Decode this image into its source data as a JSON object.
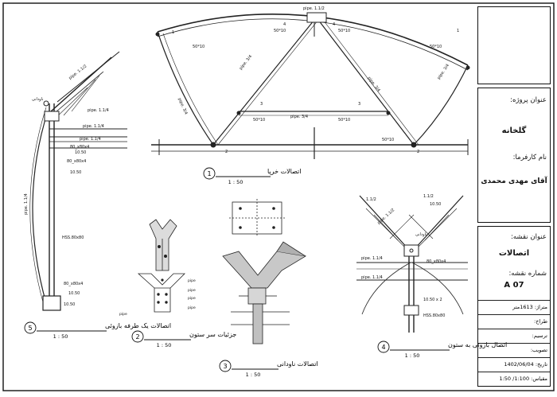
{
  "project": {
    "project_title_label": "عنوان پروژه:",
    "project_name": "گلخانه",
    "client_label": "نام کارفرما:",
    "client_name": "آقای مهدی محمدی",
    "sheet_title_label": "عنوان نقشه:",
    "sheet_title": "اتصالات",
    "sheet_number_label": "شماره نقشه:",
    "sheet_number": "A 07",
    "area_label": "متراژ:",
    "area_value": "1613متر",
    "designer_label": "طراح:",
    "drafter_label": "ترسیم:",
    "approval_label": "تصویب:",
    "date_label": "تاریخ:",
    "date_value": "1402/06/04",
    "scale_label": "مقیاس:",
    "scale_value": "1:100/ 1:50"
  },
  "details": [
    {
      "number": "1",
      "title": "اتصالات خرپا",
      "scale": "1 : 50"
    },
    {
      "number": "2",
      "title": "جزئیات سر ستون",
      "scale": "1 : 50"
    },
    {
      "number": "3",
      "title": "اتصالات ناودانی",
      "scale": "1 : 50"
    },
    {
      "number": "4",
      "title": "اتصال بازوئی به ستون",
      "scale": "1 : 50"
    },
    {
      "number": "5",
      "title": "اتصالات یک طرفه بازوئی",
      "scale": "1 : 50"
    }
  ],
  "truss": {
    "top_pipe": "pipe. 1.1/2",
    "bottom_pipe": "pipe. 3/4",
    "diag_pipe": "pipe. 3/4",
    "plate": "50*10",
    "bolt_a": "1",
    "bolt_b": "2",
    "bolt_c": "3",
    "bolt_d": "4"
  },
  "arm": {
    "p114": "pipe. 1.1/4",
    "p112": "pipe. 1.1/2",
    "plate1": "80_x80x4",
    "plate2": "10.50",
    "plate3": "80_x80x4",
    "hss": "HSS.80x80",
    "gutter": "ناودانی",
    "main_pipe": "pipe. 1.1/4"
  },
  "col": {
    "p114a": "pipe. 1.1/4",
    "p114b": "pipe. 1.1/4",
    "p112": "pipe. 1.1/2",
    "plate_a": "1.1/2",
    "plate_b": "10.50",
    "plate_c": "10.50 x 2",
    "plate_d": "80_x80x4",
    "hss": "HSS.80x80",
    "gutter": "ناودانی"
  }
}
